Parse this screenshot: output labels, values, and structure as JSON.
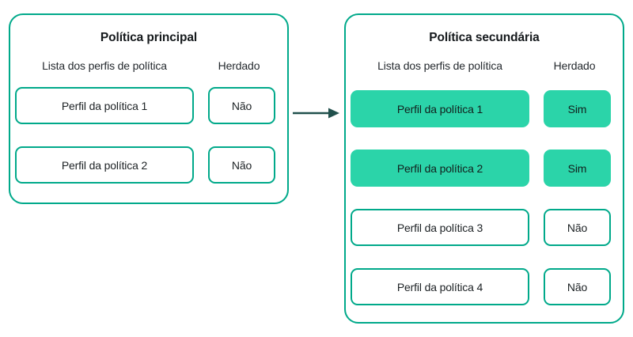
{
  "colors": {
    "outline": "#00a98a",
    "fill": "#2bd4a9",
    "arrow": "#21504c",
    "text": "#1c2124",
    "background": "#ffffff"
  },
  "diagram": {
    "type": "policy-inheritance-flow",
    "arrow_icon": "right-arrow-icon"
  },
  "panels": [
    {
      "id": "primary",
      "title": "Política principal",
      "headers": {
        "profiles": "Lista dos perfis de política",
        "inherited": "Herdado"
      },
      "rows": [
        {
          "profile": "Perfil da política 1",
          "inherited": "Não",
          "highlighted": false
        },
        {
          "profile": "Perfil da política 2",
          "inherited": "Não",
          "highlighted": false
        }
      ]
    },
    {
      "id": "secondary",
      "title": "Política secundária",
      "headers": {
        "profiles": "Lista dos perfis de política",
        "inherited": "Herdado"
      },
      "rows": [
        {
          "profile": "Perfil da política 1",
          "inherited": "Sim",
          "highlighted": true
        },
        {
          "profile": "Perfil da política 2",
          "inherited": "Sim",
          "highlighted": true
        },
        {
          "profile": "Perfil da política 3",
          "inherited": "Não",
          "highlighted": false
        },
        {
          "profile": "Perfil da política 4",
          "inherited": "Não",
          "highlighted": false
        }
      ]
    }
  ]
}
